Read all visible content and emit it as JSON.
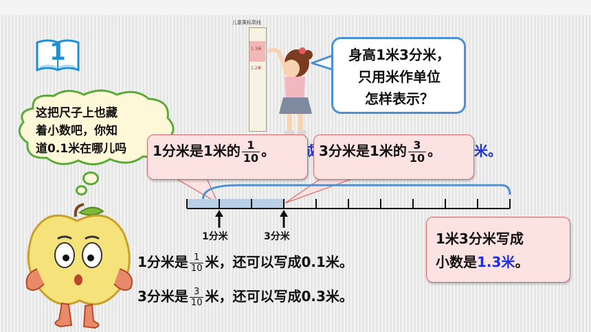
{
  "lesson": {
    "number": "1"
  },
  "height_rule": {
    "title": "儿童乘标高线",
    "marks": [
      "1.3米",
      "1.2米"
    ]
  },
  "girl_bubble": {
    "lines": [
      "身高1米3分米，",
      "只用米作单位",
      "怎样表示？"
    ]
  },
  "apple_thought": {
    "lines": [
      "这把尺子上也藏",
      "着小数吧，你知",
      "道0.1米在哪儿吗"
    ]
  },
  "behind_text": {
    "left_fragment": "成",
    "right_fragment": "米。"
  },
  "callout_1": {
    "before": "1分米是1米的",
    "numerator": "1",
    "denominator": "10",
    "after": "。"
  },
  "callout_2": {
    "before": "3分米是1米的",
    "numerator": "3",
    "denominator": "10",
    "after": "。"
  },
  "ruler": {
    "segments": 10,
    "highlighted_segments": 3,
    "tick_labels": [
      "1分米",
      "3分米"
    ],
    "colors": {
      "highlight": "#b9cfe6",
      "brace": "#4a90d6"
    }
  },
  "statements": [
    {
      "before": "1分米是",
      "numerator": "1",
      "denominator": "10",
      "after": "米，还可以写成0.1米。"
    },
    {
      "before": "3分米是",
      "numerator": "3",
      "denominator": "10",
      "after": "米，还可以写成0.3米。"
    }
  ],
  "result": {
    "line1": "1米3分米写成",
    "line2_before": "小数是",
    "line2_value": "1.3米",
    "line2_after": "。"
  },
  "colors": {
    "accent_blue": "#1d2fe0",
    "callout_pink": "#fde2e2",
    "callout_border": "#d86a6a"
  },
  "icons": [
    "open-book-icon",
    "cartoon-girl",
    "apple-character"
  ]
}
